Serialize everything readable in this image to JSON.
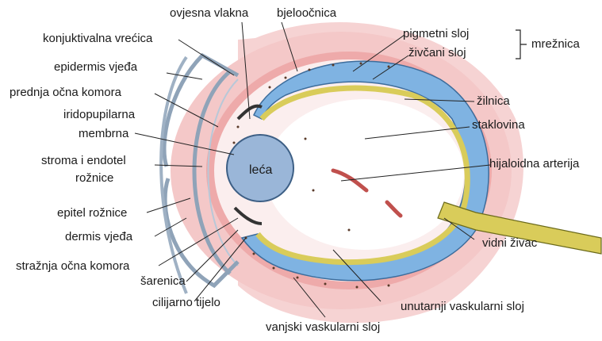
{
  "labels": {
    "ovjesna_vlakna": "ovjesna vlakna",
    "bjeloocnica": "bjeloočnica",
    "konjuktivalna_vrecica": "konjuktivalna vrećica",
    "epidermis_vjeda": "epidermis vjeđa",
    "prednja_ocna_komora": "prednja očna komora",
    "iridopupilarna_1": "iridopupilarna",
    "iridopupilarna_2": "membrna",
    "stroma_1": "stroma i endotel",
    "stroma_2": "rožnice",
    "epitel_roznice": "epitel rožnice",
    "dermis_vjeda": "dermis vjeđa",
    "straznja_ocna_komora": "stražnja očna komora",
    "sarenica": "šarenica",
    "cilijarno_tijelo": "cilijarno tijelo",
    "vanjski_vaskularni_sloj": "vanjski vaskularni sloj",
    "unutarnji_vaskularni_sloj": "unutarnji vaskularni sloj",
    "vidni_zivac": "vidni živac",
    "hijaloidna_arterija": "hijaloidna arterija",
    "staklovina": "staklovina",
    "zilnica": "žilnica",
    "pigmetni_sloj": "pigmetni sloj",
    "zivcani_sloj": "živčani sloj",
    "mreznica": "mrežnica",
    "leca": "leća"
  },
  "colors": {
    "sclera_pink": "#f3c4c4",
    "choroid_pink": "#eea2a4",
    "retina_blue": "#7fb3e2",
    "lens_blue": "#9ab6d8",
    "nerve_yellow": "#d9cc5a",
    "artery_red": "#c0504d",
    "lid_gray": "#8fa3b8",
    "leader": "#222222"
  }
}
